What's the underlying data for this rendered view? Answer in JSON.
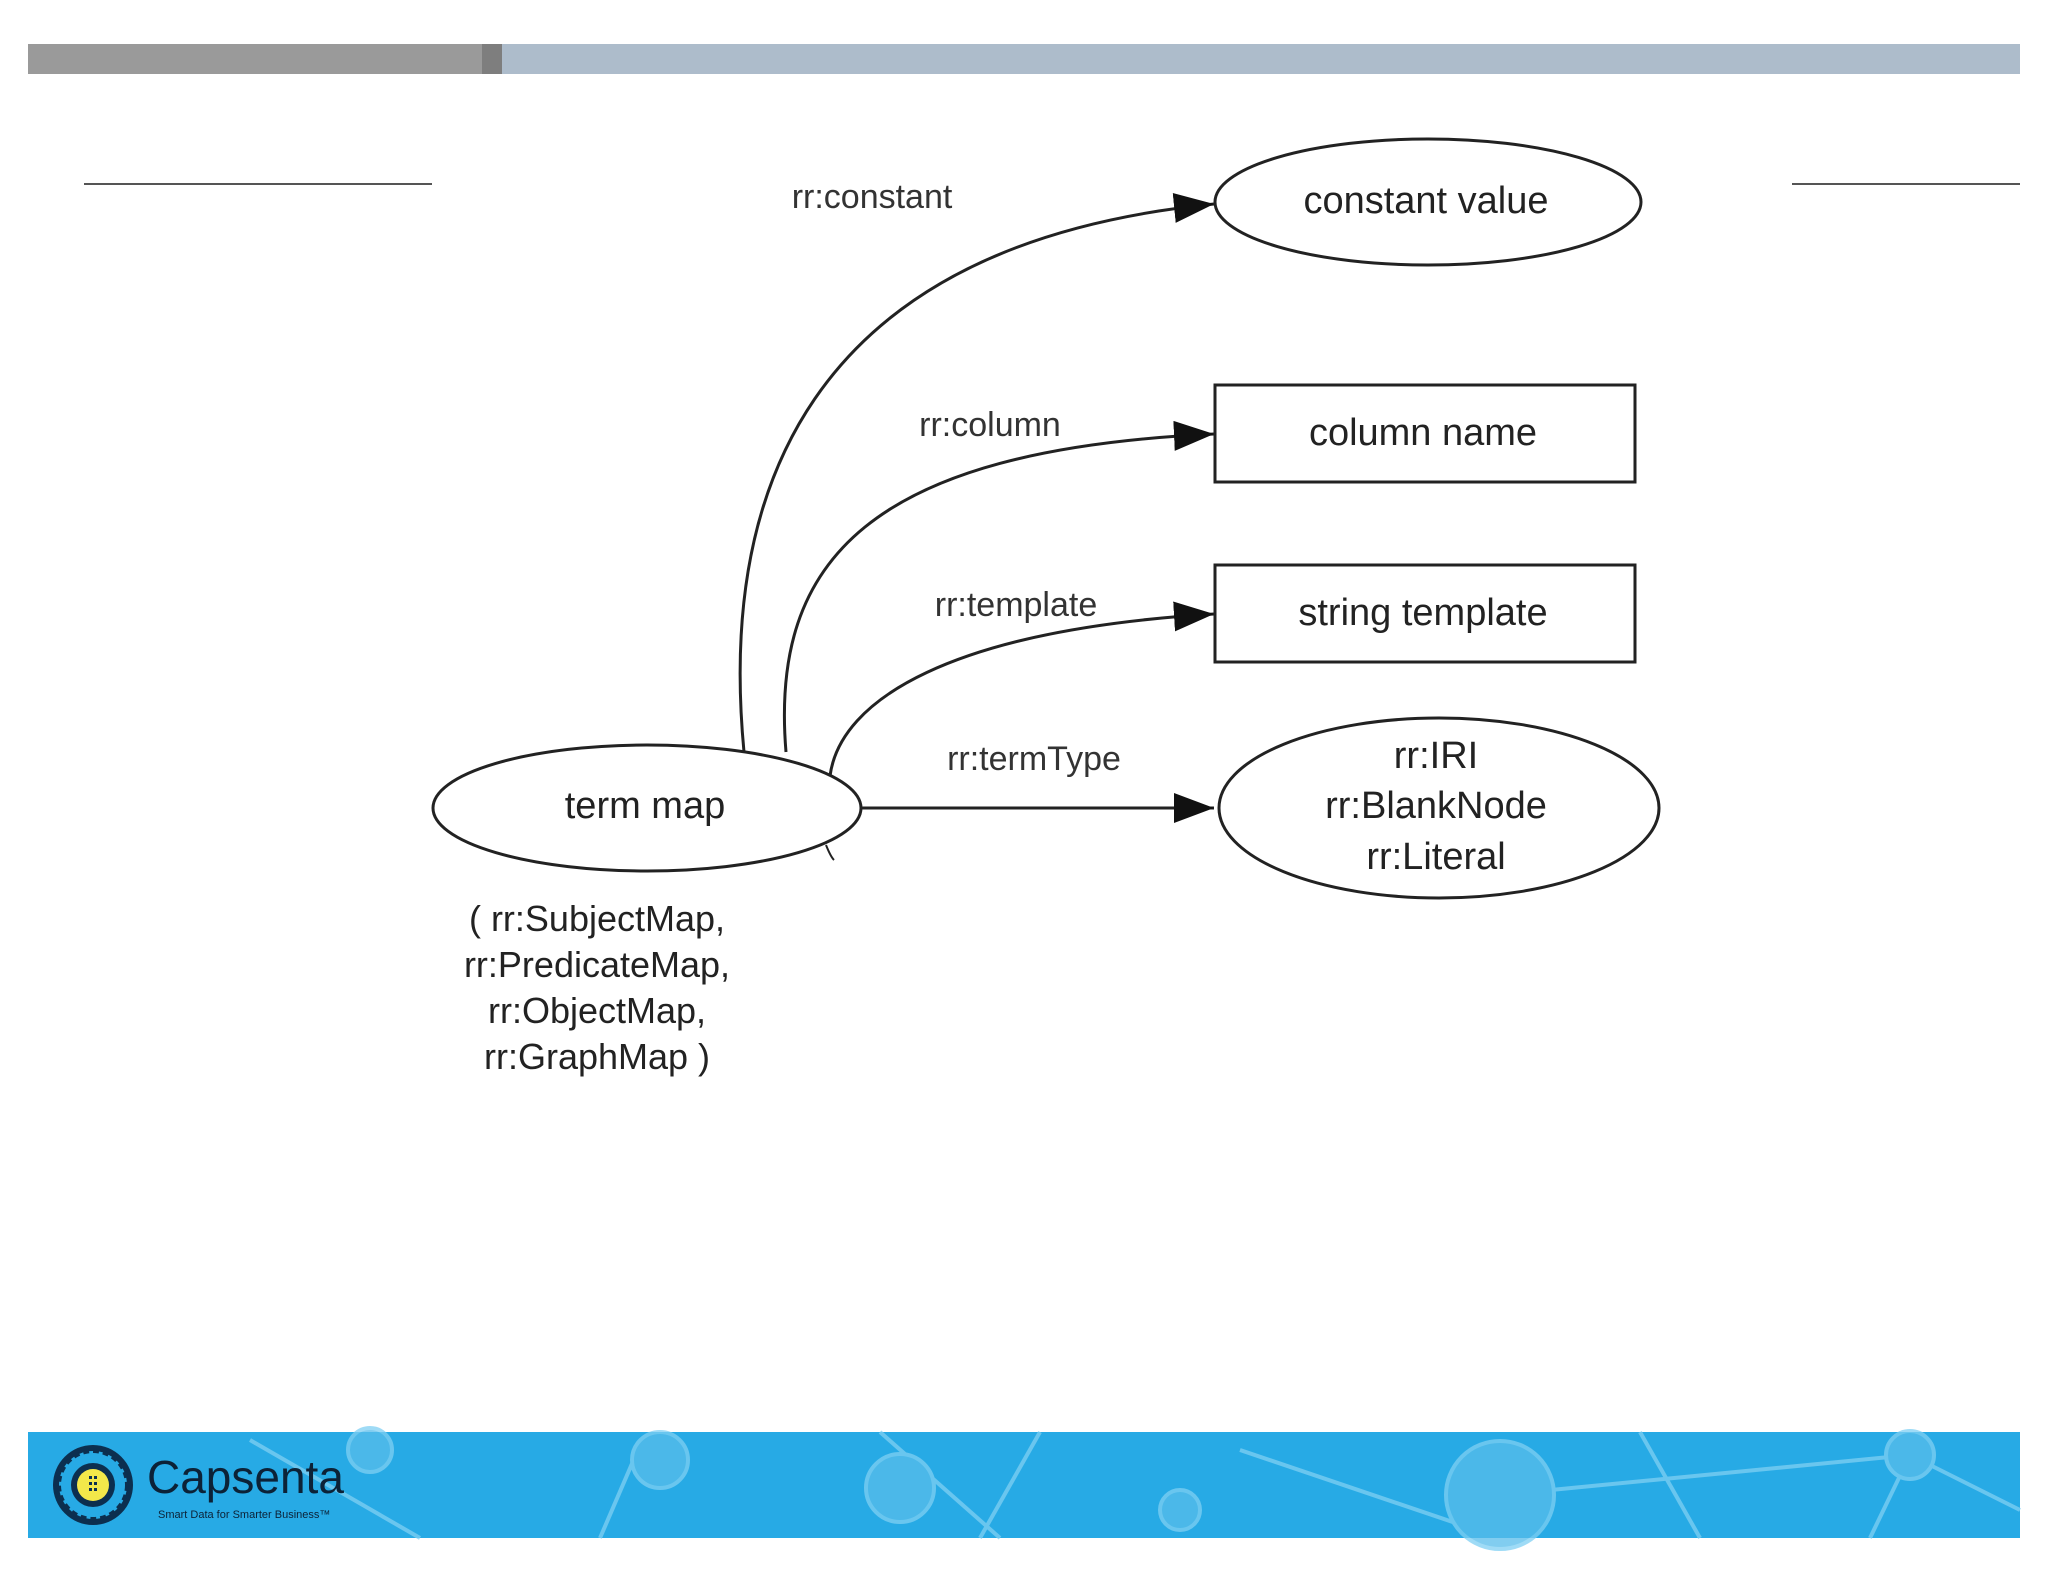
{
  "diagram": {
    "nodes": {
      "term_map": "term map",
      "constant_value": "constant value",
      "column_name": "column name",
      "string_template": "string template",
      "term_type_values": [
        "rr:IRI",
        "rr:BlankNode",
        "rr:Literal"
      ]
    },
    "edges": {
      "constant": "rr:constant",
      "column": "rr:column",
      "template": "rr:template",
      "term_type": "rr:termType"
    },
    "term_map_note": [
      "( rr:SubjectMap,",
      "rr:PredicateMap,",
      "rr:ObjectMap,",
      "rr:GraphMap )"
    ]
  },
  "footer": {
    "brand": "Capsenta",
    "tagline": "Smart Data for Smarter Business™"
  },
  "colors": {
    "top_bar_dark": "#9a9a9a",
    "top_bar_light": "#adbccb",
    "footer_blue": "#27aae5",
    "line": "#222222"
  }
}
